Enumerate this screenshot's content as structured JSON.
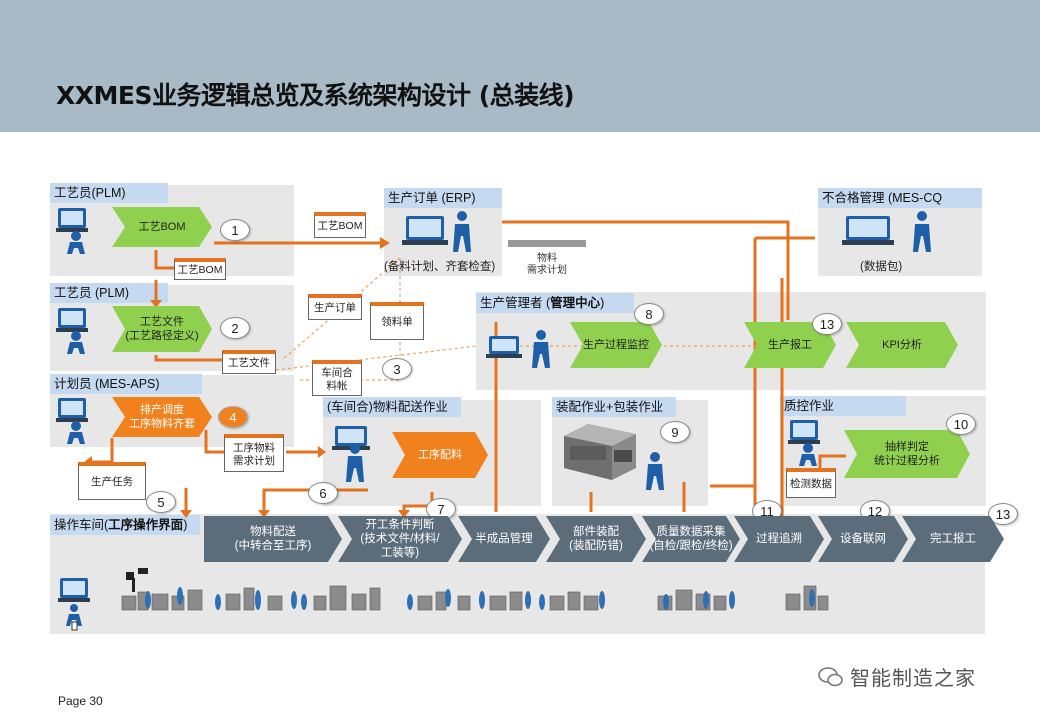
{
  "title": "XXMES业务逻辑总览及系统架构设计 (总装线)",
  "page": "Page 30",
  "watermark": "智能制造之家",
  "colors": {
    "accent_orange": "#f0811c",
    "green": "#8fd14f",
    "steps": "#5b6d7b",
    "panel": "#e7e7e7",
    "label_blue": "#c5d9f1",
    "header": "#a8bac6"
  },
  "panels": {
    "plm1": "工艺员(PLM)",
    "plm2": "工艺员 (PLM)",
    "aps": "计划员 (MES-APS)",
    "erp": "生产订单 (ERP)",
    "cq": "不合格管理 (MES-CQ",
    "mgmt_prefix": "生产管理者 (",
    "mgmt_bold": "管理中心",
    "mgmt_suffix": ")",
    "dist": "(车间合)物料配送作业",
    "assembly": "装配作业+包装作业",
    "qc": "质控作业",
    "shop_prefix": "操作车间(",
    "shop_bold": "工序操作界面",
    "shop_suffix": ")"
  },
  "chevrons": {
    "bom": "工艺BOM",
    "route": [
      "工艺文件",
      "(工艺路径定义)"
    ],
    "sched": [
      "排产调度",
      "工序物料齐套"
    ],
    "deliver": "工序配料",
    "monitor": "生产过程监控",
    "report": "生产报工",
    "kpi": "KPI分析",
    "sampling": [
      "抽样判定",
      "统计过程分析"
    ]
  },
  "documents": {
    "bom_a": "工艺BOM",
    "bom_b": "工艺BOM",
    "order": "生产订单",
    "pick": "领料单",
    "tech": "工艺文件",
    "ledger": [
      "车间合",
      "料帐"
    ],
    "req": [
      "工序物料",
      "需求计划"
    ],
    "task": "生产任务",
    "inspect": "检测数据"
  },
  "captions": {
    "erp": "(备料计划、齐套检查)",
    "cq": "(数据包)",
    "material_plan": [
      "物料",
      "需求计划"
    ]
  },
  "numbers": {
    "n1": "1",
    "n2": "2",
    "n3": "3",
    "n4": "4",
    "n5": "5",
    "n6": "6",
    "n7": "7",
    "n8": "8",
    "n9": "9",
    "n10": "10",
    "n11": "11",
    "n12": "12",
    "n13a": "13",
    "n13b": "13"
  },
  "steps": [
    [
      "物料配送",
      "(中转合至工序)"
    ],
    [
      "开工条件判断",
      "(技术文件/材料/",
      "工装等)"
    ],
    [
      "半成品管理"
    ],
    [
      "部件装配",
      "(装配防错)"
    ],
    [
      "质量数据采集",
      "(自检/跟检/终检)"
    ],
    [
      "过程追溯"
    ],
    [
      "设备联网"
    ],
    [
      "完工报工"
    ]
  ]
}
